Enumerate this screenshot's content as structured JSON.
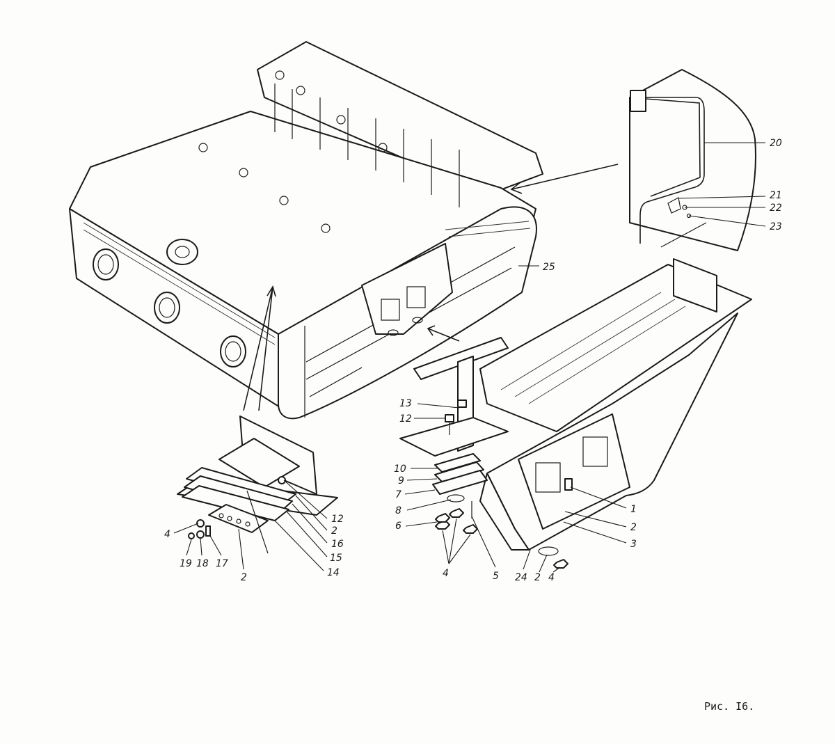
{
  "figure": {
    "caption": "Рис. I6.",
    "colors": {
      "ink": "#1a1a1a",
      "paper": "#fdfdfb"
    }
  },
  "callouts": {
    "c20": "20",
    "c21": "21",
    "c22": "22",
    "c23": "23",
    "c25": "25",
    "c13": "13",
    "c12a": "12",
    "c10": "10",
    "c9": "9",
    "c7": "7",
    "c8": "8",
    "c6": "6",
    "c4a": "4",
    "c5": "5",
    "c24": "24",
    "c2a": "2",
    "c4b": "4",
    "c1": "1",
    "c2b": "2",
    "c3": "3",
    "c12b": "12",
    "c2c": "2",
    "c16": "16",
    "c15": "15",
    "c14": "14",
    "c4c": "4",
    "c19": "19",
    "c18": "18",
    "c17": "17",
    "c2d": "2"
  }
}
